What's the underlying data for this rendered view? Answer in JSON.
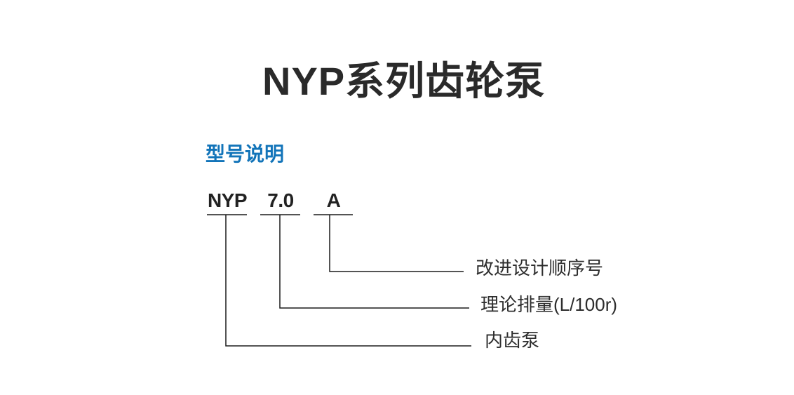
{
  "page": {
    "title": "NYP系列齿轮泵"
  },
  "section": {
    "heading": "型号说明"
  },
  "diagram": {
    "model_code": "NYP 7.0 A",
    "parts": [
      {
        "code": "NYP",
        "meaning": "内齿泵"
      },
      {
        "code": "7.0",
        "meaning": "理论排量(L/100r)"
      },
      {
        "code": "A",
        "meaning": "改进设计顺序号"
      }
    ]
  },
  "colors": {
    "heading_blue": "#1274b9",
    "title_dark": "#2a2a2a",
    "line_dark": "#1c1c1c"
  }
}
